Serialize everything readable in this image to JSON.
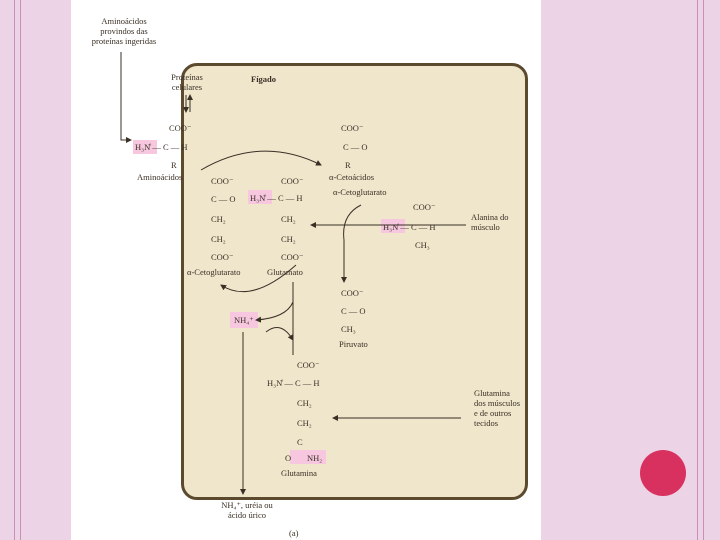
{
  "colors": {
    "background": "#ecd3e6",
    "liver_fill": "#efe6cc",
    "highlight": "#f6c7df",
    "accent_dot": "#d9315f"
  },
  "labels": {
    "diet_amino": [
      "Aminoácidos",
      "provindos das",
      "proteínas ingeridas"
    ],
    "cell_proteins": [
      "Proteínas",
      "celulares"
    ],
    "liver": "Fígado",
    "amino_acids": "Aminoácidos",
    "keto_acids": "α-Cetoácidos",
    "ketoglutarate_top": "α-Cetoglutarato",
    "ketoglutarate_bottom": "α-Cetoglutarato",
    "glutamate": "Glutamato",
    "muscle_alanine": [
      "Alanina do",
      "músculo"
    ],
    "pyruvate": "Piruvato",
    "glutamine_sources": [
      "Glutamina",
      "dos músculos",
      "e de outros",
      "tecidos"
    ],
    "glutamine": "Glutamina",
    "urea_output": [
      "NH₄⁺, uréia ou",
      "ácido úrico"
    ],
    "panel_letter": "(a)"
  },
  "formulas": {
    "aa_coo": "COO⁻",
    "aa_amine": "H₃N̊ — C — H",
    "aa_r": "R",
    "keto_coo": "COO⁻",
    "keto_co": "C — O",
    "keto_r": "R",
    "akg_coo": "COO⁻",
    "akg_co": "C — O",
    "akg_ch2a": "CH₂",
    "akg_ch2b": "CH₂",
    "akg_coo2": "COO⁻",
    "glu_coo": "COO⁻",
    "glu_amine": "H₃N̊ — C — H",
    "glu_ch2a": "CH₂",
    "glu_ch2b": "CH₂",
    "glu_coo2": "COO⁻",
    "ala_coo": "COO⁻",
    "ala_amine": "H₃N̊ — C — H",
    "ala_ch3": "CH₃",
    "pyr_coo": "COO⁻",
    "pyr_co": "C — O",
    "pyr_ch3": "CH₃",
    "nh4": "NH₄⁺",
    "gln_coo": "COO⁻",
    "gln_amine": "H₃N̊ — C — H",
    "gln_ch2a": "CH₂",
    "gln_ch2b": "CH₂",
    "gln_c": "C",
    "gln_o": "O",
    "gln_nh2": "NH₂"
  }
}
